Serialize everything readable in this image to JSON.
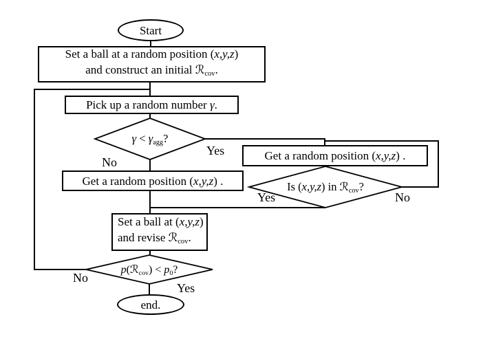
{
  "colors": {
    "stroke": "#000000",
    "shape_fill": "#ffffff",
    "text": "#000000",
    "background": "#ffffff"
  },
  "nodes": {
    "start": {
      "label": "Start"
    },
    "init": {
      "l1a": "Set a ball at a random position (",
      "l1b": "x,y,z",
      "l1c": ")",
      "l2a": "and construct an initial ",
      "l2b": "ℛ",
      "l2c": "cov",
      "l2d": "."
    },
    "pick": {
      "a": "Pick up a random number ",
      "b": "γ",
      "c": "."
    },
    "d1": {
      "a": "γ",
      "b": " < ",
      "c": "γ",
      "d": "agg",
      "e": "?"
    },
    "get_right": {
      "a": "Get a random position (",
      "b": "x,y,z",
      "c": ") ."
    },
    "d2": {
      "a": "Is (",
      "b": "x,y,z",
      "c": ") in ",
      "d": "ℛ",
      "e": "cov",
      "f": "?"
    },
    "get_left": {
      "a": "Get a random position (",
      "b": "x,y,z",
      "c": ") ."
    },
    "set": {
      "l1a": "Set a ball at (",
      "l1b": "x,y,z",
      "l1c": ")",
      "l2a": "and revise ",
      "l2b": "ℛ",
      "l2c": "cov",
      "l2d": "."
    },
    "d3": {
      "a": "p",
      "b": "(",
      "c": "ℛ",
      "d": "cov",
      "e": ") < ",
      "f": "p",
      "g": "0",
      "h": "?"
    },
    "end": {
      "label": "end."
    }
  },
  "edge_labels": {
    "d1_yes": "Yes",
    "d1_no": "No",
    "d2_yes": "Yes",
    "d2_no": "No",
    "d3_yes": "Yes",
    "d3_no": "No"
  }
}
